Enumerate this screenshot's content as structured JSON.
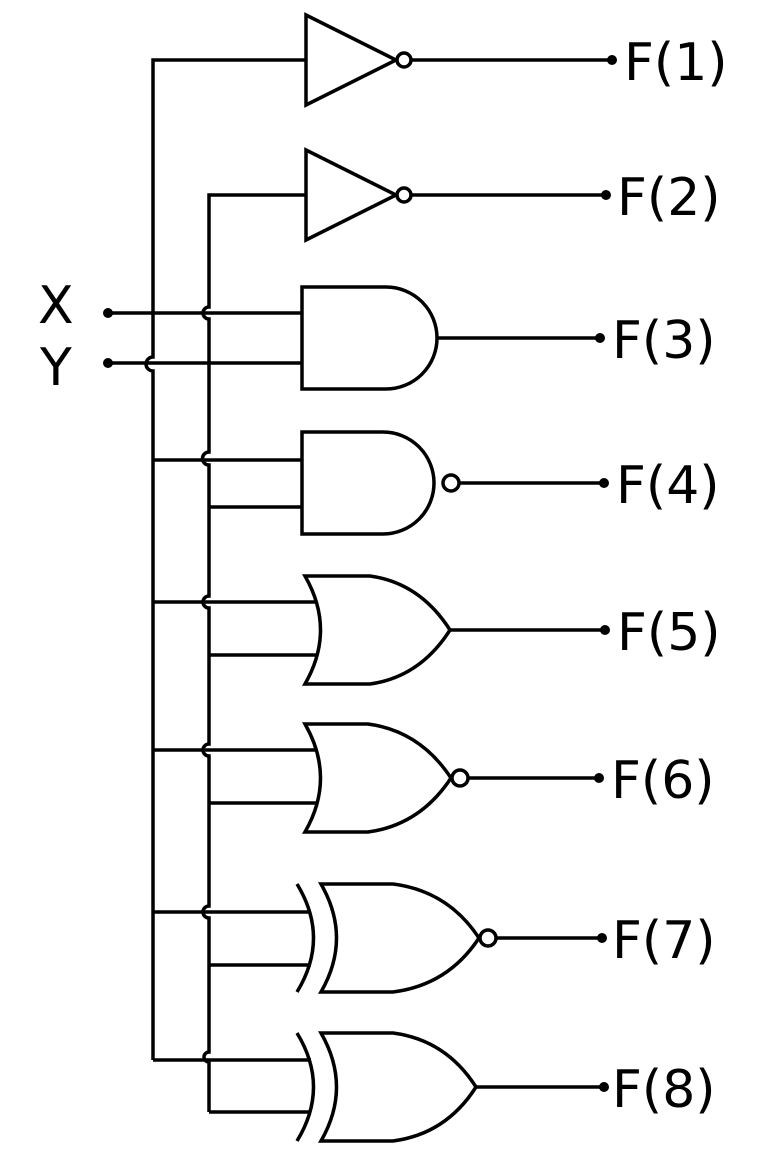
{
  "inputs": {
    "x": "X",
    "y": "Y"
  },
  "outputs": [
    "F(1)",
    "F(2)",
    "F(3)",
    "F(4)",
    "F(5)",
    "F(6)",
    "F(7)",
    "F(8)"
  ],
  "gate_types": [
    "NOT",
    "NOT",
    "AND",
    "NAND",
    "OR",
    "NOR",
    "XNOR",
    "XOR"
  ],
  "colors": {
    "line": "#000000",
    "background": "#ffffff"
  }
}
